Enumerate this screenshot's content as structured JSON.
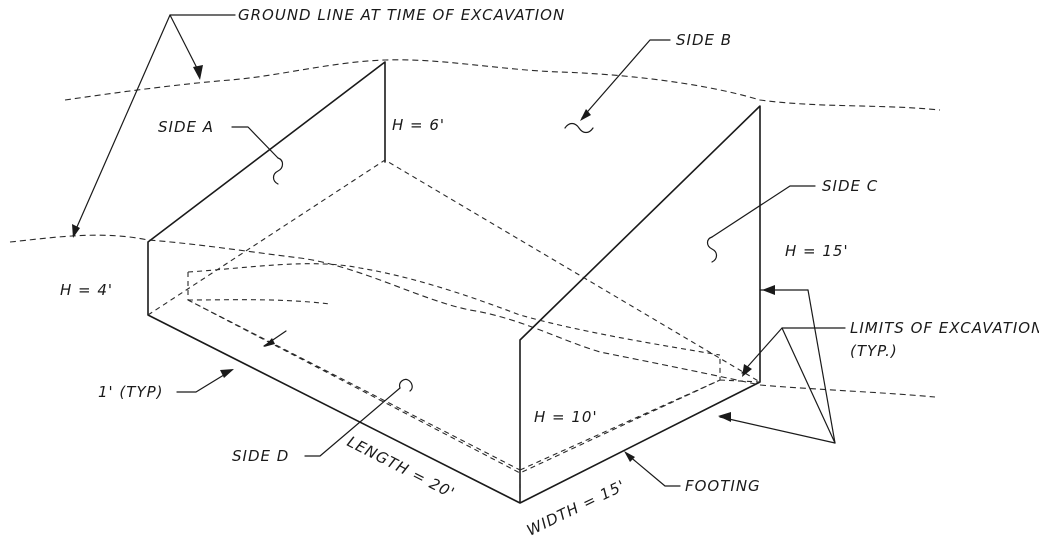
{
  "labels": {
    "ground_line": "GROUND LINE AT TIME OF EXCAVATION",
    "side_a": "SIDE A",
    "side_b": "SIDE B",
    "side_c": "SIDE C",
    "side_d": "SIDE D",
    "h_side_a": "H = 6'",
    "h_left": "H = 4'",
    "h_right": "H = 15'",
    "h_front": "H = 10'",
    "limits_line1": "LIMITS OF EXCAVATION",
    "limits_line2": "(TYP.)",
    "footing_offset": "1' (TYP)",
    "footing": "FOOTING",
    "length": "LENGTH = 20'",
    "width": "WIDTH = 15'"
  }
}
